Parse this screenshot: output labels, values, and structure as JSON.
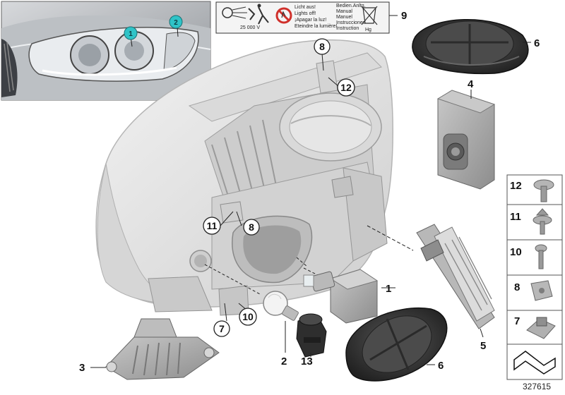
{
  "inset_markers": [
    "1",
    "2"
  ],
  "warning_label": {
    "col1": [
      "Licht aus!",
      "Lights off!",
      "¡Apagar la luz!",
      "Eteindre la lumière!"
    ],
    "col2": [
      "Bedien.Anltg.",
      "Manual",
      "Manuel",
      "Instrucciones",
      "Instruction"
    ],
    "voltage": "25 000 V",
    "hg": "Hg"
  },
  "part_labels": {
    "p1": "1",
    "p2": "2",
    "p3": "3",
    "p4": "4",
    "p5": "5",
    "p6a": "6",
    "p6b": "6",
    "p7": "7",
    "p8": "8",
    "p9": "9",
    "p10": "10",
    "p11": "11",
    "p12": "12",
    "p13": "13"
  },
  "circled_labels": {
    "c8top": "8",
    "c12top": "12",
    "c11": "11",
    "c8mid": "8",
    "c7": "7",
    "c10": "10"
  },
  "side_panel": [
    "12",
    "11",
    "10",
    "8",
    "7"
  ],
  "doc_id": "327615",
  "colors": {
    "housing": "#e4e4e4",
    "rubber": "#3a3a3a",
    "metal": "#9a9a9a",
    "teal": "#2fc3c7"
  }
}
